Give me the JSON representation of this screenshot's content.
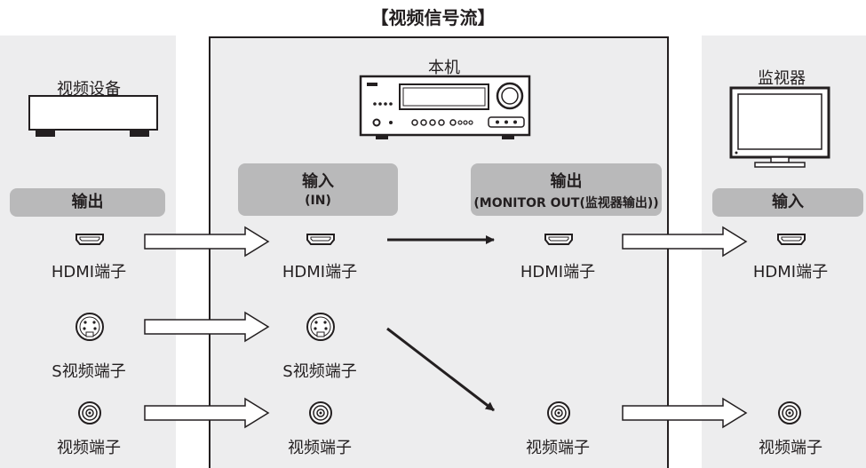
{
  "title": "【视频信号流】",
  "columns": {
    "source": {
      "name": "视频设备",
      "header": "输出"
    },
    "unit": {
      "name": "本机",
      "input_header": "输入",
      "input_sub": "(IN)",
      "output_header": "输出",
      "output_sub": "(MONITOR OUT(监视器输出))"
    },
    "monitor": {
      "name": "监视器",
      "header": "输入"
    }
  },
  "connectors": {
    "hdmi": "HDMI端子",
    "svideo": "S视频端子",
    "video": "视频端子"
  },
  "colors": {
    "panel": "#ededee",
    "header": "#b9b9ba",
    "line": "#231f20"
  }
}
